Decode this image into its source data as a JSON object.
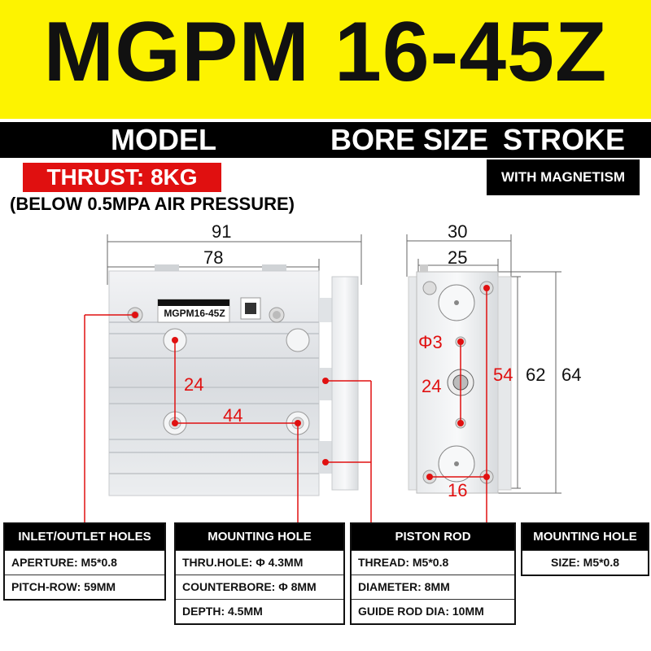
{
  "title": "MGPM 16-45Z",
  "labels": {
    "model": "MODEL",
    "bore_size": "BORE SIZE",
    "stroke": "STROKE"
  },
  "thrust": "THRUST: 8KG",
  "pressure_note": "(BELOW 0.5MPA AIR PRESSURE)",
  "magnetism": "WITH MAGNETISM",
  "product_label": "MGPM16-45Z",
  "dimensions": {
    "overall_length": "91",
    "body_length": "78",
    "mount_vertical": "24",
    "mount_horizontal": "44",
    "width_overall": "30",
    "width_body": "25",
    "hole_dia": "Φ3",
    "center_spacing": "24",
    "rod_spacing": "54",
    "height_body": "62",
    "height_overall": "64",
    "bottom_spacing": "16"
  },
  "specs": [
    {
      "header": "INLET/OUTLET HOLES",
      "rows": [
        "APERTURE: M5*0.8",
        "PITCH-ROW: 59MM"
      ]
    },
    {
      "header": "MOUNTING HOLE",
      "rows": [
        "THRU.HOLE: Φ 4.3MM",
        "COUNTERBORE: Φ 8MM",
        "DEPTH: 4.5MM"
      ]
    },
    {
      "header": "PISTON ROD",
      "rows": [
        "THREAD: M5*0.8",
        "DIAMETER: 8MM",
        "GUIDE ROD DIA: 10MM"
      ]
    },
    {
      "header": "MOUNTING HOLE",
      "rows": [
        "SIZE: M5*0.8"
      ]
    }
  ],
  "colors": {
    "title_bg": "#fdf300",
    "accent_red": "#e01010",
    "black": "#000000"
  }
}
